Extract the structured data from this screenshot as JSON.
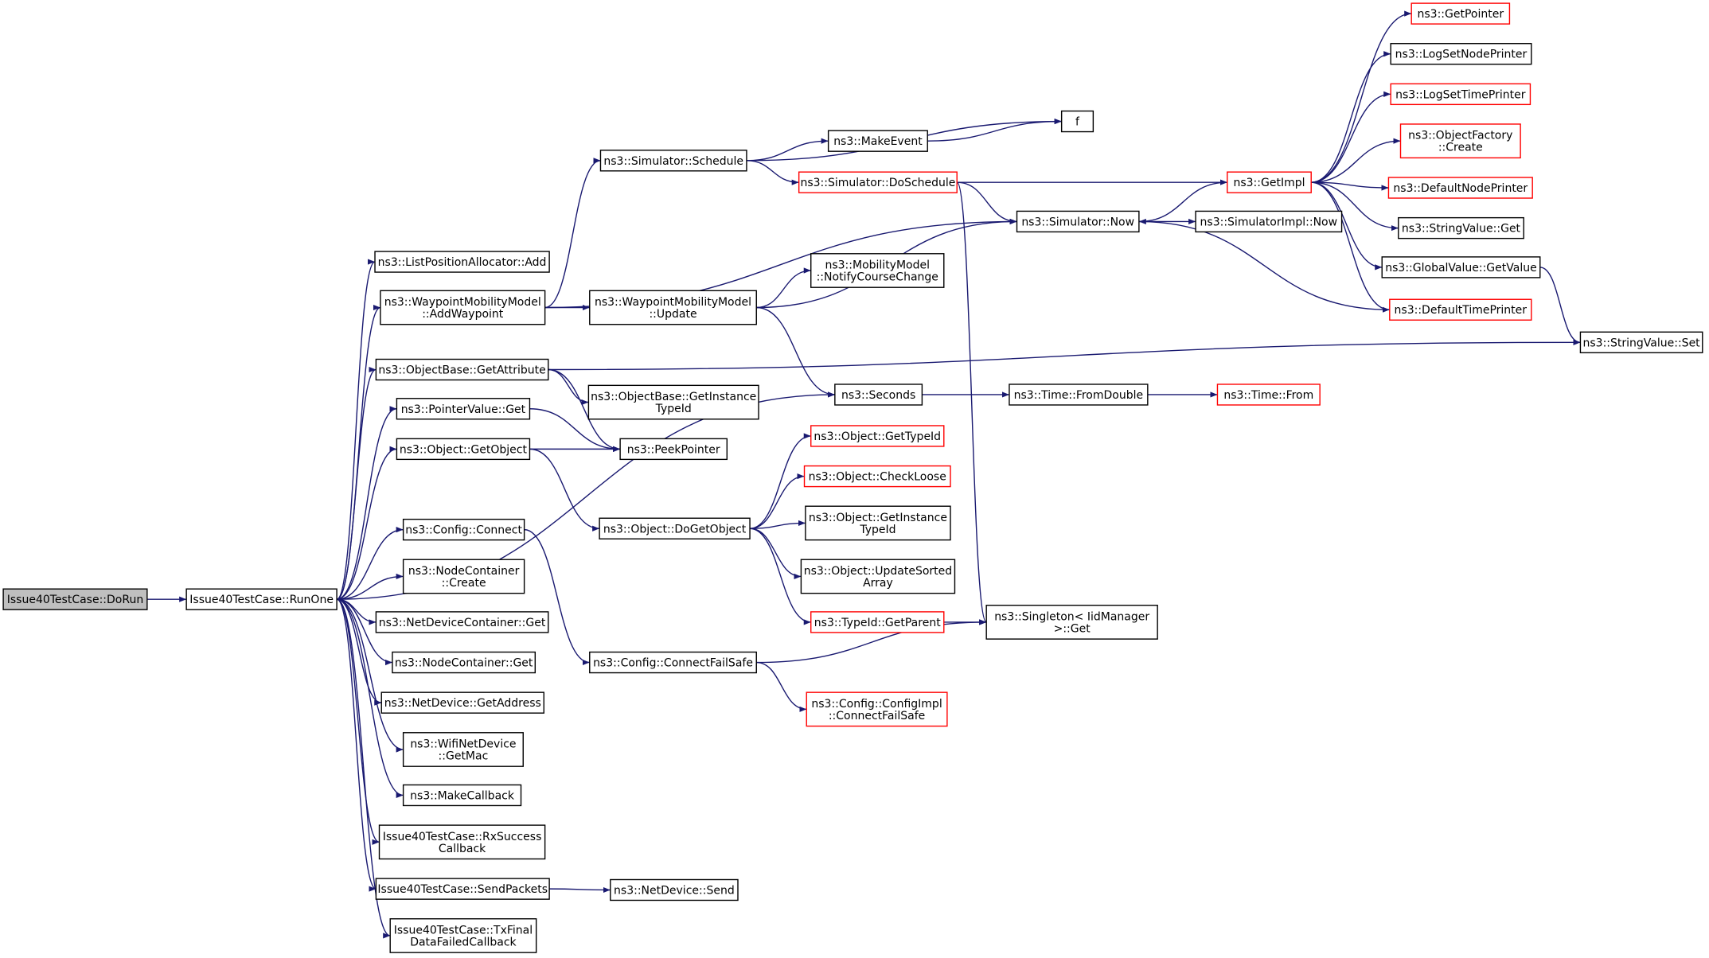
{
  "colors": {
    "edge": "#191970",
    "box_border": "#000000",
    "box_border_incomplete": "#ff0000",
    "root_fill": "#bfbfbf"
  },
  "nodes": [
    {
      "id": "n0",
      "lines": [
        "Issue40TestCase::DoRun"
      ],
      "style": "root"
    },
    {
      "id": "n1",
      "lines": [
        "Issue40TestCase::RunOne"
      ],
      "style": "normal"
    },
    {
      "id": "n2",
      "lines": [
        "ns3::ListPositionAllocator::Add"
      ],
      "style": "normal"
    },
    {
      "id": "n3",
      "lines": [
        "ns3::WaypointMobilityModel",
        "::AddWaypoint"
      ],
      "style": "normal"
    },
    {
      "id": "n4",
      "lines": [
        "ns3::ObjectBase::GetAttribute"
      ],
      "style": "normal"
    },
    {
      "id": "n5",
      "lines": [
        "ns3::PointerValue::Get"
      ],
      "style": "normal"
    },
    {
      "id": "n6",
      "lines": [
        "ns3::Object::GetObject"
      ],
      "style": "normal"
    },
    {
      "id": "n7",
      "lines": [
        "ns3::Config::Connect"
      ],
      "style": "normal"
    },
    {
      "id": "n8",
      "lines": [
        "ns3::NodeContainer",
        "::Create"
      ],
      "style": "normal"
    },
    {
      "id": "n9",
      "lines": [
        "ns3::NetDeviceContainer::Get"
      ],
      "style": "normal"
    },
    {
      "id": "n10",
      "lines": [
        "ns3::NodeContainer::Get"
      ],
      "style": "normal"
    },
    {
      "id": "n11",
      "lines": [
        "ns3::NetDevice::GetAddress"
      ],
      "style": "normal"
    },
    {
      "id": "n12",
      "lines": [
        "ns3::WifiNetDevice",
        "::GetMac"
      ],
      "style": "normal"
    },
    {
      "id": "n13",
      "lines": [
        "ns3::MakeCallback"
      ],
      "style": "normal"
    },
    {
      "id": "n14",
      "lines": [
        "Issue40TestCase::RxSuccess",
        "Callback"
      ],
      "style": "normal"
    },
    {
      "id": "n15",
      "lines": [
        "Issue40TestCase::SendPackets"
      ],
      "style": "normal"
    },
    {
      "id": "n16",
      "lines": [
        "Issue40TestCase::TxFinal",
        "DataFailedCallback"
      ],
      "style": "normal"
    },
    {
      "id": "n17",
      "lines": [
        "ns3::Simulator::Schedule"
      ],
      "style": "normal"
    },
    {
      "id": "n18",
      "lines": [
        "ns3::WaypointMobilityModel",
        "::Update"
      ],
      "style": "normal"
    },
    {
      "id": "n19",
      "lines": [
        "ns3::ObjectBase::GetInstance",
        "TypeId"
      ],
      "style": "normal"
    },
    {
      "id": "n20",
      "lines": [
        "ns3::PeekPointer"
      ],
      "style": "normal"
    },
    {
      "id": "n21",
      "lines": [
        "ns3::Seconds"
      ],
      "style": "normal"
    },
    {
      "id": "n22",
      "lines": [
        "ns3::Object::DoGetObject"
      ],
      "style": "normal"
    },
    {
      "id": "n23",
      "lines": [
        "ns3::Config::ConnectFailSafe"
      ],
      "style": "normal"
    },
    {
      "id": "n24",
      "lines": [
        "ns3::NetDevice::Send"
      ],
      "style": "normal"
    },
    {
      "id": "n25",
      "lines": [
        "ns3::MakeEvent"
      ],
      "style": "normal"
    },
    {
      "id": "n26",
      "lines": [
        "ns3::Simulator::DoSchedule"
      ],
      "style": "red"
    },
    {
      "id": "n27",
      "lines": [
        "ns3::MobilityModel",
        "::NotifyCourseChange"
      ],
      "style": "normal"
    },
    {
      "id": "n28",
      "lines": [
        "ns3::Object::GetTypeId"
      ],
      "style": "red"
    },
    {
      "id": "n29",
      "lines": [
        "ns3::Object::CheckLoose"
      ],
      "style": "red"
    },
    {
      "id": "n30",
      "lines": [
        "ns3::Object::GetInstance",
        "TypeId"
      ],
      "style": "normal"
    },
    {
      "id": "n31",
      "lines": [
        "ns3::Object::UpdateSorted",
        "Array"
      ],
      "style": "normal"
    },
    {
      "id": "n32",
      "lines": [
        "ns3::TypeId::GetParent"
      ],
      "style": "red"
    },
    {
      "id": "n33",
      "lines": [
        "ns3::Config::ConfigImpl",
        "::ConnectFailSafe"
      ],
      "style": "red"
    },
    {
      "id": "n34",
      "lines": [
        "f"
      ],
      "style": "normal"
    },
    {
      "id": "n35",
      "lines": [
        "ns3::Simulator::Now"
      ],
      "style": "normal"
    },
    {
      "id": "n36",
      "lines": [
        "ns3::Time::FromDouble"
      ],
      "style": "normal"
    },
    {
      "id": "n37",
      "lines": [
        "ns3::Singleton< IidManager",
        ">::Get"
      ],
      "style": "normal"
    },
    {
      "id": "n38",
      "lines": [
        "ns3::SimulatorImpl::Now"
      ],
      "style": "normal"
    },
    {
      "id": "n39",
      "lines": [
        "ns3::GetImpl"
      ],
      "style": "red"
    },
    {
      "id": "n40",
      "lines": [
        "ns3::Time::From"
      ],
      "style": "red"
    },
    {
      "id": "n41",
      "lines": [
        "ns3::GetPointer"
      ],
      "style": "red"
    },
    {
      "id": "n42",
      "lines": [
        "ns3::LogSetNodePrinter"
      ],
      "style": "normal"
    },
    {
      "id": "n43",
      "lines": [
        "ns3::LogSetTimePrinter"
      ],
      "style": "red"
    },
    {
      "id": "n44",
      "lines": [
        "ns3::ObjectFactory",
        "::Create"
      ],
      "style": "red"
    },
    {
      "id": "n45",
      "lines": [
        "ns3::DefaultNodePrinter"
      ],
      "style": "red"
    },
    {
      "id": "n46",
      "lines": [
        "ns3::StringValue::Get"
      ],
      "style": "normal"
    },
    {
      "id": "n47",
      "lines": [
        "ns3::GlobalValue::GetValue"
      ],
      "style": "normal"
    },
    {
      "id": "n48",
      "lines": [
        "ns3::DefaultTimePrinter"
      ],
      "style": "red"
    },
    {
      "id": "n49",
      "lines": [
        "ns3::StringValue::Set"
      ],
      "style": "normal"
    }
  ],
  "edges": [
    [
      "n0",
      "n1"
    ],
    [
      "n1",
      "n2"
    ],
    [
      "n1",
      "n3"
    ],
    [
      "n1",
      "n4"
    ],
    [
      "n1",
      "n5"
    ],
    [
      "n1",
      "n6"
    ],
    [
      "n1",
      "n21"
    ],
    [
      "n1",
      "n7"
    ],
    [
      "n1",
      "n8"
    ],
    [
      "n1",
      "n9"
    ],
    [
      "n1",
      "n10"
    ],
    [
      "n1",
      "n11"
    ],
    [
      "n1",
      "n12"
    ],
    [
      "n1",
      "n13"
    ],
    [
      "n1",
      "n14"
    ],
    [
      "n1",
      "n15"
    ],
    [
      "n1",
      "n16"
    ],
    [
      "n3",
      "n17"
    ],
    [
      "n3",
      "n35"
    ],
    [
      "n3",
      "n18"
    ],
    [
      "n4",
      "n19"
    ],
    [
      "n4",
      "n20"
    ],
    [
      "n4",
      "n49"
    ],
    [
      "n5",
      "n20"
    ],
    [
      "n6",
      "n20"
    ],
    [
      "n6",
      "n22"
    ],
    [
      "n7",
      "n23"
    ],
    [
      "n15",
      "n24"
    ],
    [
      "n17",
      "n34"
    ],
    [
      "n17",
      "n25"
    ],
    [
      "n17",
      "n26"
    ],
    [
      "n18",
      "n27"
    ],
    [
      "n18",
      "n35"
    ],
    [
      "n18",
      "n21"
    ],
    [
      "n21",
      "n36"
    ],
    [
      "n22",
      "n28"
    ],
    [
      "n22",
      "n29"
    ],
    [
      "n22",
      "n30"
    ],
    [
      "n22",
      "n31"
    ],
    [
      "n22",
      "n32"
    ],
    [
      "n23",
      "n37"
    ],
    [
      "n23",
      "n33"
    ],
    [
      "n25",
      "n34"
    ],
    [
      "n26",
      "n39"
    ],
    [
      "n26",
      "n35"
    ],
    [
      "n26",
      "n37"
    ],
    [
      "n32",
      "n37"
    ],
    [
      "n35",
      "n39"
    ],
    [
      "n35",
      "n38"
    ],
    [
      "n36",
      "n40"
    ],
    [
      "n39",
      "n41"
    ],
    [
      "n39",
      "n42"
    ],
    [
      "n39",
      "n43"
    ],
    [
      "n39",
      "n44"
    ],
    [
      "n39",
      "n45"
    ],
    [
      "n39",
      "n46"
    ],
    [
      "n39",
      "n47"
    ],
    [
      "n39",
      "n48"
    ],
    [
      "n47",
      "n49"
    ],
    [
      "n48",
      "n35"
    ]
  ]
}
